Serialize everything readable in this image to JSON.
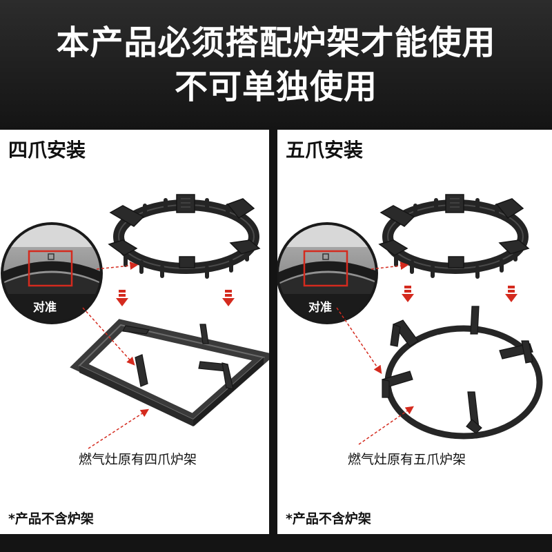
{
  "header": {
    "line1": "本产品必须搭配炉架才能使用",
    "line2": "不可单独使用"
  },
  "left_panel": {
    "title": "四爪安装",
    "magnifier_label": "对准",
    "caption": "燃气灶原有四爪炉架",
    "footnote": "*产品不含炉架"
  },
  "right_panel": {
    "title": "五爪安装",
    "magnifier_label": "对准",
    "caption": "燃气灶原有五爪炉架",
    "footnote": "*产品不含炉架"
  },
  "colors": {
    "background": "#141414",
    "panel": "#ffffff",
    "accent_red": "#d42a1e",
    "iron": "#2a2a2a"
  }
}
